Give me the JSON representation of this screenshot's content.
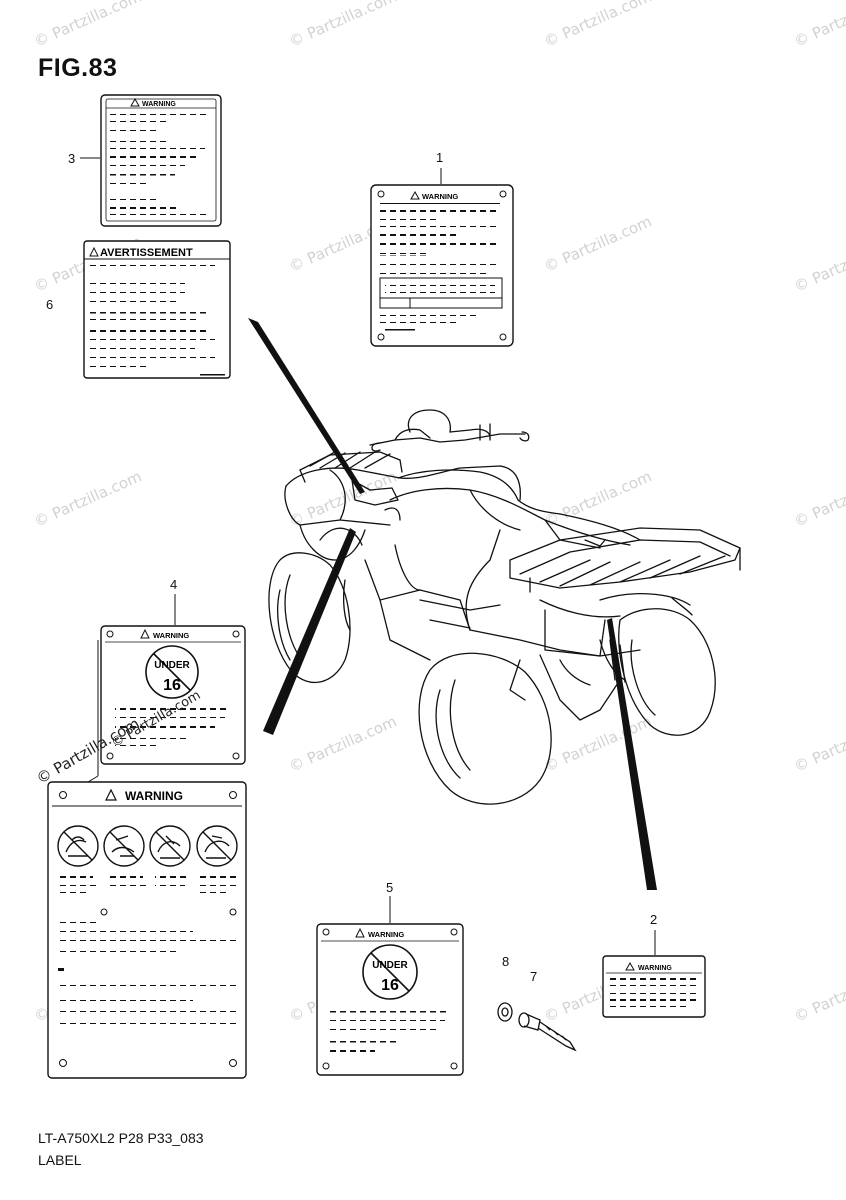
{
  "figure": {
    "title": "FIG.83",
    "code": "LT-A750XL2 P28 P33_083",
    "name": "LABEL"
  },
  "callouts": {
    "c1": "1",
    "c2": "2",
    "c3": "3",
    "c4": "4",
    "c5": "5",
    "c6": "6",
    "c7": "7",
    "c8": "8"
  },
  "labels": {
    "warning": "WARNING",
    "avertissement": "AVERTISSEMENT",
    "under": "UNDER",
    "age": "16"
  },
  "watermark": {
    "text": "© Partzilla.com"
  }
}
